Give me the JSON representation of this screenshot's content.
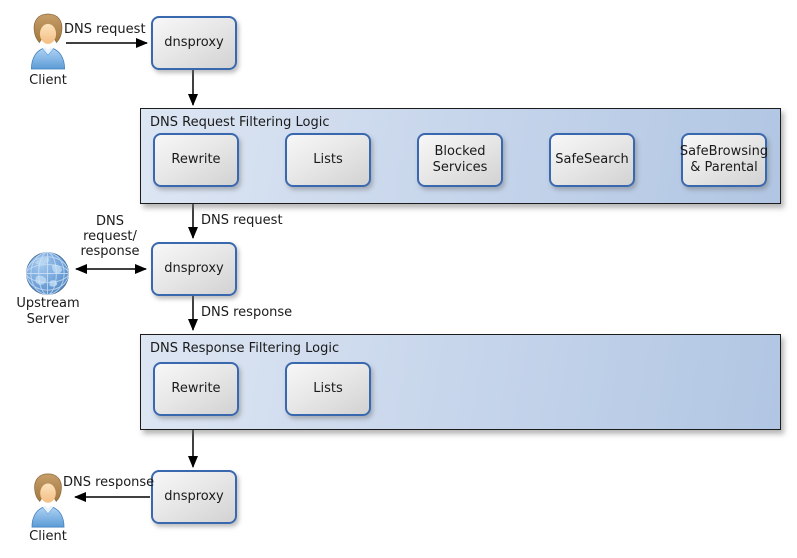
{
  "actors": {
    "client_top": {
      "label": "Client"
    },
    "client_bottom": {
      "label": "Client"
    },
    "upstream_server": {
      "label": "Upstream Server"
    }
  },
  "proxies": {
    "top": {
      "label": "dnsproxy"
    },
    "middle": {
      "label": "dnsproxy"
    },
    "bottom": {
      "label": "dnsproxy"
    }
  },
  "request_filter": {
    "title": "DNS Request Filtering Logic",
    "steps": [
      {
        "label": "Rewrite"
      },
      {
        "label": "Lists"
      },
      {
        "label": "Blocked Services"
      },
      {
        "label": "SafeSearch"
      },
      {
        "label": "SafeBrowsing & Parental"
      }
    ]
  },
  "response_filter": {
    "title": "DNS Response Filtering Logic",
    "steps": [
      {
        "label": "Rewrite"
      },
      {
        "label": "Lists"
      }
    ]
  },
  "edge_labels": {
    "client_to_proxy": "DNS request",
    "filterlogic_to_proxy": "DNS request",
    "upstream_exchange_lines": [
      "DNS",
      "request/",
      "response"
    ],
    "proxy_to_response_filter": "DNS response",
    "proxy_to_client": "DNS response"
  },
  "icons": {
    "client_top": "user-icon",
    "client_bottom": "user-icon",
    "upstream": "globe-icon"
  },
  "colors": {
    "group_gradient_left": "#dde6f3",
    "group_gradient_right": "#b1c6e3",
    "group_border": "#1c1c1c",
    "node_border": "#3a68ae",
    "node_fill_light": "#f7f7f7",
    "node_fill_dark": "#d2d2d2",
    "arrow": "#000000",
    "text": "#1a1a1a"
  }
}
